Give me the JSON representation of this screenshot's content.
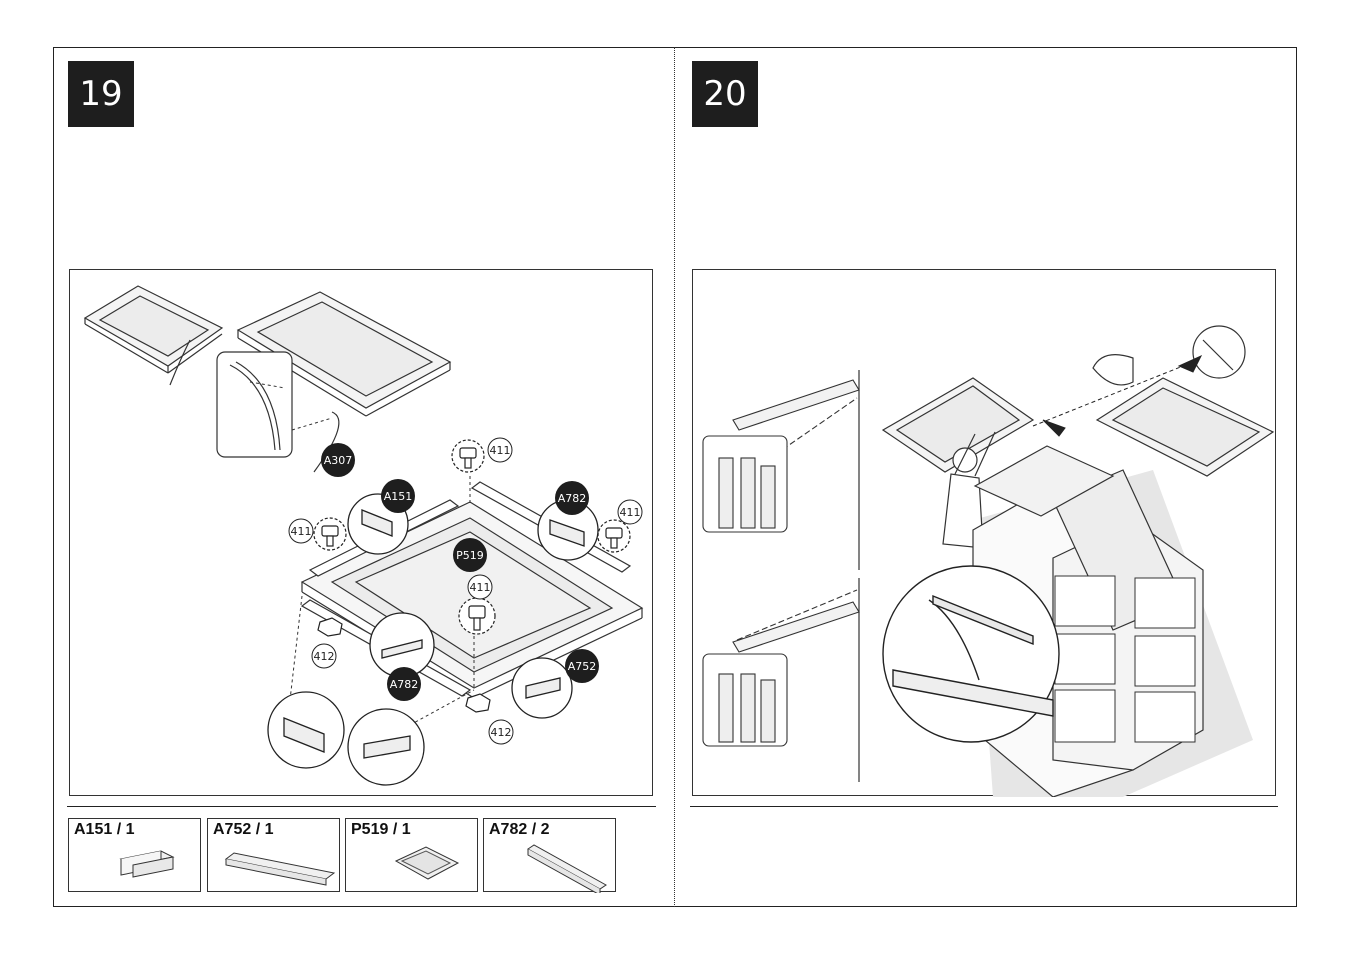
{
  "steps": {
    "left": {
      "number": "19"
    },
    "right": {
      "number": "20"
    }
  },
  "callouts": {
    "a307": "A307",
    "a151": "A151",
    "a782_top": "A782",
    "a782_bottom": "A782",
    "a752": "A752",
    "p519": "P519",
    "b411_top": "411",
    "b411_left": "411",
    "b411_right": "411",
    "b411_center": "411",
    "n412_left": "412",
    "n412_bottom": "412"
  },
  "parts": [
    {
      "label": "A151 / 1"
    },
    {
      "label": "A752 / 1"
    },
    {
      "label": "P519 / 1"
    },
    {
      "label": "A782 / 2"
    }
  ],
  "colors": {
    "ink": "#1e1e1e",
    "shade": "#e6e6e6",
    "glass": "#f1f1f1"
  }
}
